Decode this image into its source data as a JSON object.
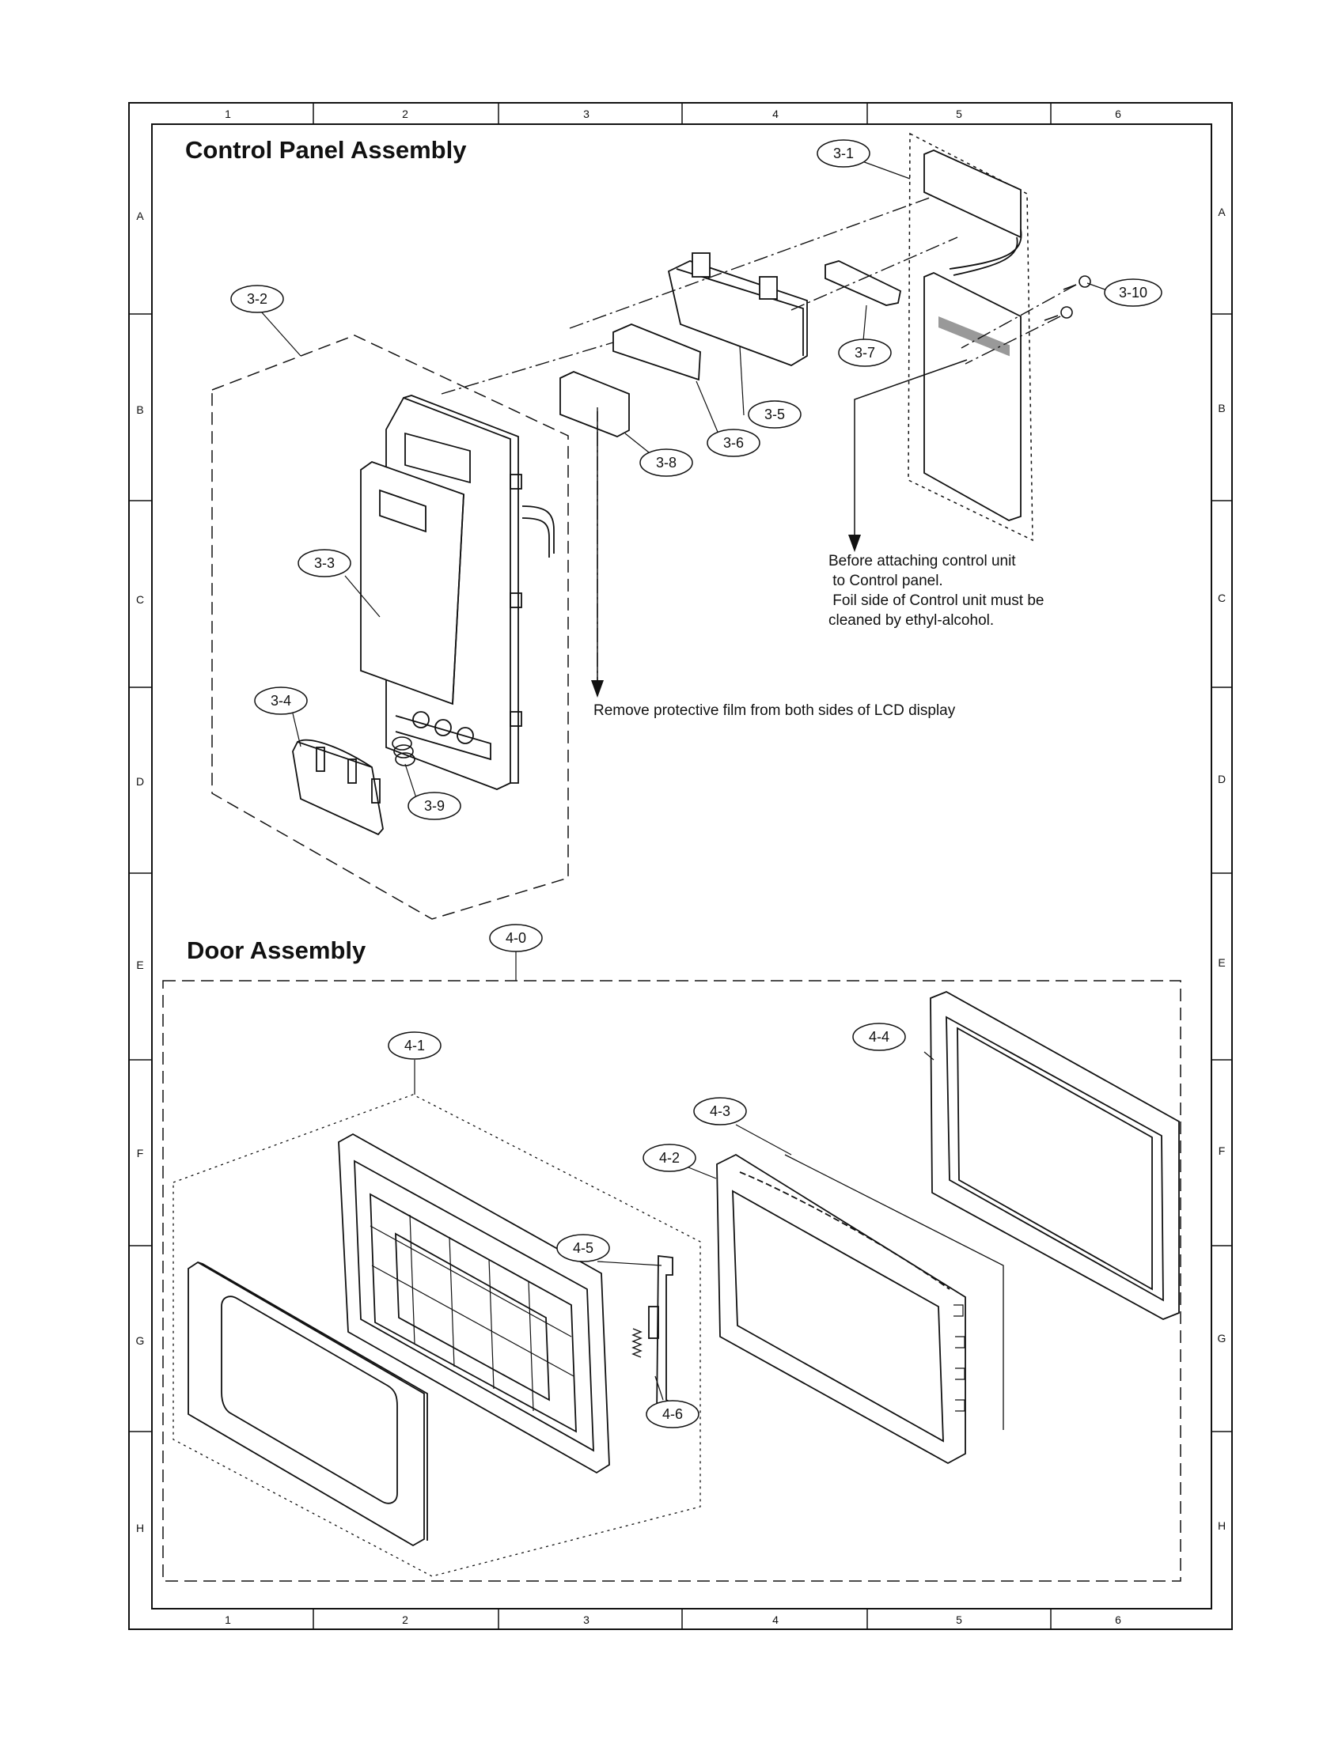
{
  "grid": {
    "columns": [
      "1",
      "2",
      "3",
      "4",
      "5",
      "6"
    ],
    "rows": [
      "A",
      "B",
      "C",
      "D",
      "E",
      "F",
      "G",
      "H"
    ]
  },
  "sections": {
    "control_panel_title": "Control Panel Assembly",
    "door_title": "Door Assembly"
  },
  "notes": {
    "control_unit": [
      "Before attaching control unit",
      " to Control panel.",
      " Foil side of Control unit must be",
      "cleaned by ethyl-alcohol."
    ],
    "lcd": "Remove protective film from both sides of LCD display"
  },
  "parts": {
    "p3_1": "3-1",
    "p3_2": "3-2",
    "p3_3": "3-3",
    "p3_4": "3-4",
    "p3_5": "3-5",
    "p3_6": "3-6",
    "p3_7": "3-7",
    "p3_8": "3-8",
    "p3_9": "3-9",
    "p3_10": "3-10",
    "p4_0": "4-0",
    "p4_1": "4-1",
    "p4_2": "4-2",
    "p4_3": "4-3",
    "p4_4": "4-4",
    "p4_5": "4-5",
    "p4_6": "4-6"
  }
}
